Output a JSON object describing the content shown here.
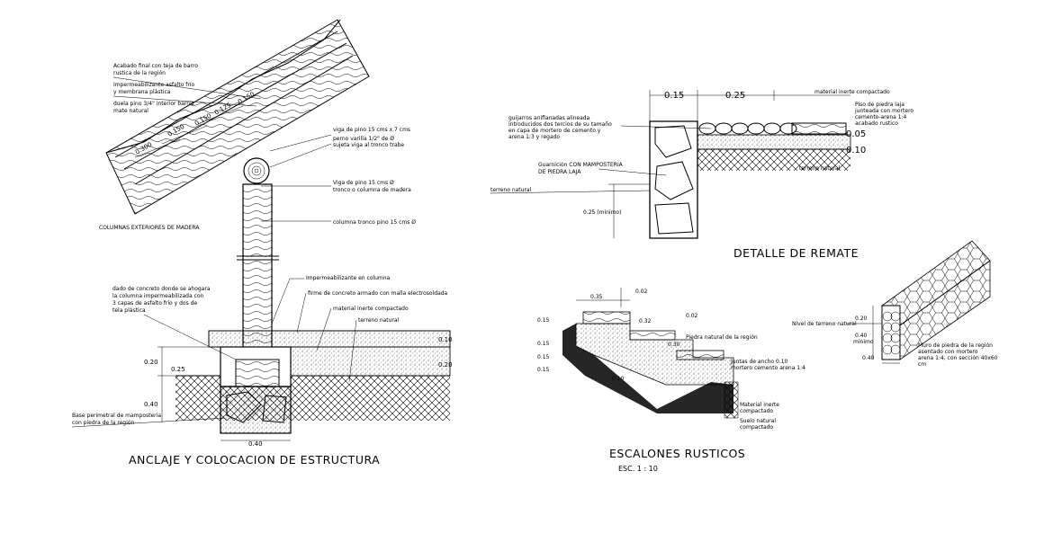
{
  "anclaje": {
    "title": "ANCLAJE Y COLOCACION DE ESTRUCTURA",
    "columnas_label": "COLUMNAS EXTERIORES DE MADERA",
    "labels": {
      "acabado": [
        "Acabado final con teja de barro",
        "rustica de la región"
      ],
      "impermeabilizante": [
        "Impermeabilizante asfalto frío",
        "y membrana plástica"
      ],
      "duela": [
        "duela pino 3/4\" interior barniz",
        "mate natural"
      ],
      "viga_pino": "viga de pino 15 cms  x 7 cms",
      "perno": [
        "perno varilla 1/2\" de Ø",
        "sujeta viga al tronco trabe"
      ],
      "viga_tronco": [
        "Viga de pino 15 cms Ø",
        "tronco o columna de madera"
      ],
      "columna_tronco": "columna tronco pino 15 cms Ø",
      "dado": [
        "dado de concreto donde se ahogara",
        "la columna impermeabilizada con",
        "3 capas de asfalto frío y dos de",
        "tela plástica"
      ],
      "impermeabilizante_columna": "Impermeabilizante en columna",
      "firme": "firme de concreto armado con malla electrosoldada",
      "material_inerte": "material inerte compactado",
      "terreno_natural": "terreno natural",
      "base": [
        "Base perimetral de mamposteria",
        "con piedra de la región"
      ]
    },
    "dims": {
      "d_300": "0.300",
      "d_150a": "0.150",
      "d_150b": "0.150",
      "d_125": "0.125",
      "d_150c": "0.150",
      "d_20a": "0.20",
      "d_25": "0.25",
      "d_40a": "0.40",
      "d_10": "0.10",
      "d_20b": "0.20",
      "d_40b": "0.40"
    }
  },
  "remate": {
    "title": "DETALLE DE REMATE",
    "labels": {
      "material_inerte": "material inerte compactado",
      "piso": [
        "Piso de piedra laja",
        "junteada con mortero",
        "cemento-arena 1:4",
        "acabado rustico"
      ],
      "guijarros": [
        "guijarros aniflanadas alineada",
        "introducidos dos tercios de su tamaño",
        "en capa de mortero de cemento y",
        "arena 1:3 y regado"
      ],
      "guarnicion": [
        "Guarnición CON MAMPOSTERIA",
        "DE PIEDRA LAJA"
      ],
      "terreno_natural_a": "terreno natural",
      "terreno_natural_b": "terreno natural",
      "minimo": "0.25 (minimo)"
    },
    "dims": {
      "d_015": "0.15",
      "d_025": "0.25",
      "d_005": "0.05",
      "d_010": "0.10"
    }
  },
  "escalones": {
    "title": "ESCALONES RUSTICOS",
    "scale": "ESC. 1 : 10",
    "labels": {
      "piedra": "Piedra natural de la región",
      "juntas": [
        "Juntas de ancho 0.10",
        "mortero cemento arena 1:4"
      ],
      "material_inerte": [
        "Material inerte",
        "compactado"
      ],
      "suelo_natural": [
        "Suelo natural",
        "compactado"
      ]
    },
    "dims": {
      "d_002": "0.02",
      "d_035": "0.35",
      "d_032": "0.32",
      "d_030": "0.30",
      "d_015a": "0.15",
      "d_015b": "0.15",
      "d_015c": "0.15",
      "d_015d": "0.15",
      "d_002b": "0.02",
      "d_010": "0.10"
    }
  },
  "gavion": {
    "labels": {
      "nivel": "Nivel de terreno natural",
      "muro": [
        "Muro de piedra de la región",
        "asentado con mortero",
        "arena 1:4, con sección 40x60",
        "cm"
      ]
    },
    "dims": {
      "d_020": "0.20",
      "d_040": "0.40",
      "minimo": "mínimo",
      "d_040b": "0.40"
    }
  }
}
